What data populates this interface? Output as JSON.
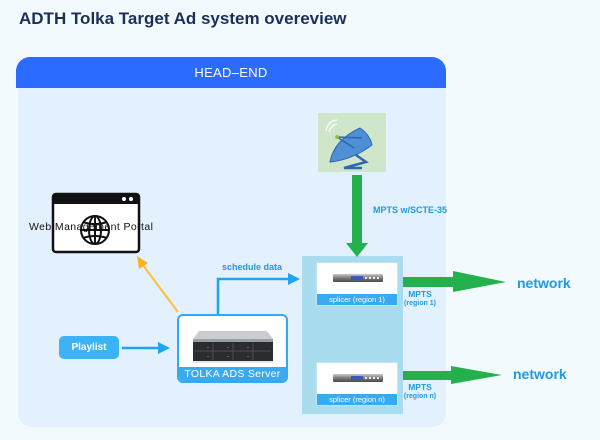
{
  "title": "ADTH Tolka Target Ad system overeview",
  "headend": {
    "label": "HEAD–END"
  },
  "web_portal": {
    "label": "Web Management Portal",
    "icon": "browser-globe-icon"
  },
  "playlist": {
    "label": "Playlist"
  },
  "server": {
    "label": "TOLKA ADS Server",
    "icon": "rack-server-icon"
  },
  "satellite": {
    "icon": "satellite-dish-icon"
  },
  "edges": {
    "schedule": "schedule data",
    "satellite_feed": "MPTS w/SCTE-35"
  },
  "splicers": [
    {
      "label": "splicer (region 1)",
      "output": "MPTS",
      "output_sub": "(region 1)",
      "destination": "network"
    },
    {
      "label": "splicer (region n)",
      "output": "MPTS",
      "output_sub": "(region n)",
      "destination": "network"
    }
  ],
  "colors": {
    "header": "#2B6BFF",
    "headend_body": "#E3F0FE",
    "splicer_panel": "#A8DCEE",
    "accent_blue": "#3AAAF0",
    "green_arrow": "#22B14C",
    "yellow_arrow": "#FFC234",
    "label_blue": "#1E9BE0"
  }
}
